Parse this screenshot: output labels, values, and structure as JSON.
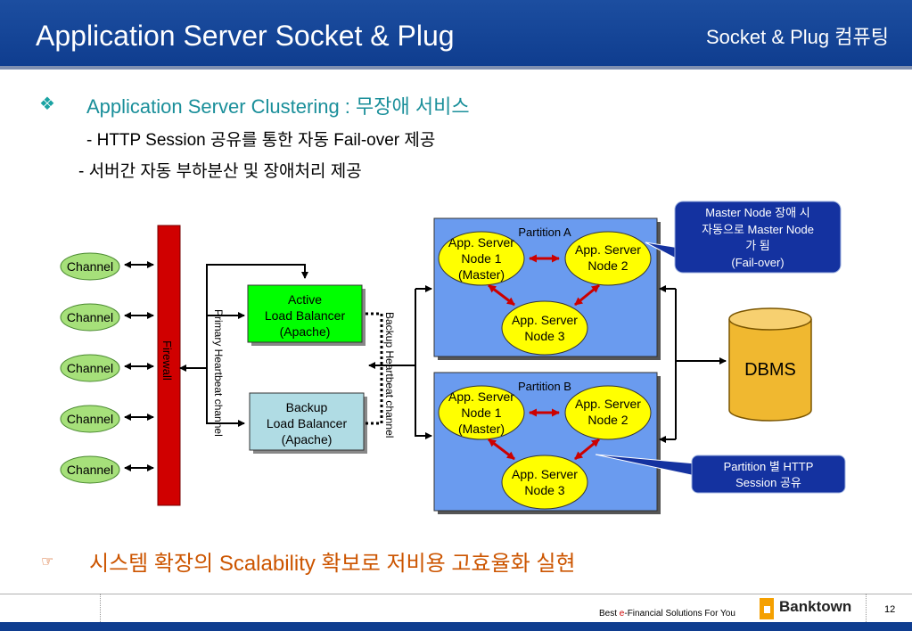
{
  "header": {
    "title": "Application Server Socket & Plug",
    "subtitle": "Socket & Plug 컴퓨팅"
  },
  "content": {
    "main_bullet": "Application Server Clustering : 무장애 서비스",
    "sub_items": [
      "- HTTP Session 공유를 통한 자동 Fail-over 제공",
      "- 서버간 자동 부하분산 및 장애처리 제공"
    ],
    "bottom_bullet": "시스템 확장의 Scalability 확보로 저비용 고효율화 실현"
  },
  "diagram": {
    "channels": [
      "Channel",
      "Channel",
      "Channel",
      "Channel",
      "Channel"
    ],
    "firewall": "Firewall",
    "active_lb": [
      "Active",
      "Load Balancer",
      "(Apache)"
    ],
    "backup_lb": [
      "Backup",
      "Load Balancer",
      "(Apache)"
    ],
    "primary_heartbeat": "Primary Heartbeat channel",
    "backup_heartbeat": "Backup Heartbeat channel",
    "partition_a": {
      "label": "Partition A",
      "node1": [
        "App. Server",
        "Node 1",
        "(Master)"
      ],
      "node2": [
        "App. Server",
        "Node 2"
      ],
      "node3": [
        "App. Server",
        "Node 3"
      ]
    },
    "partition_b": {
      "label": "Partition B",
      "node1": [
        "App. Server",
        "Node 1",
        "(Master)"
      ],
      "node2": [
        "App. Server",
        "Node 2"
      ],
      "node3": [
        "App. Server",
        "Node 3"
      ]
    },
    "dbms": "DBMS",
    "callout_top": [
      "Master Node 장애 시",
      "자동으로 Master Node",
      "가 됨",
      "(Fail-over)"
    ],
    "callout_bottom": [
      "Partition 별 HTTP",
      "Session 공유"
    ]
  },
  "footer": {
    "slogan_prefix": "Best ",
    "slogan_e": "e",
    "slogan_suffix": "-Financial Solutions For You",
    "logo": "Banktown",
    "page": "12"
  },
  "colors": {
    "header_blue": "#0f3d8f",
    "partition_fill": "#6a9bef",
    "node_fill": "#ffff00",
    "active_lb_fill": "#00ff00",
    "backup_lb_fill": "#b0dce4",
    "firewall_red": "#d00000",
    "callout_fill": "#1432a0",
    "dbms_fill": "#f0b830",
    "channel_fill": "#a6e07a"
  }
}
